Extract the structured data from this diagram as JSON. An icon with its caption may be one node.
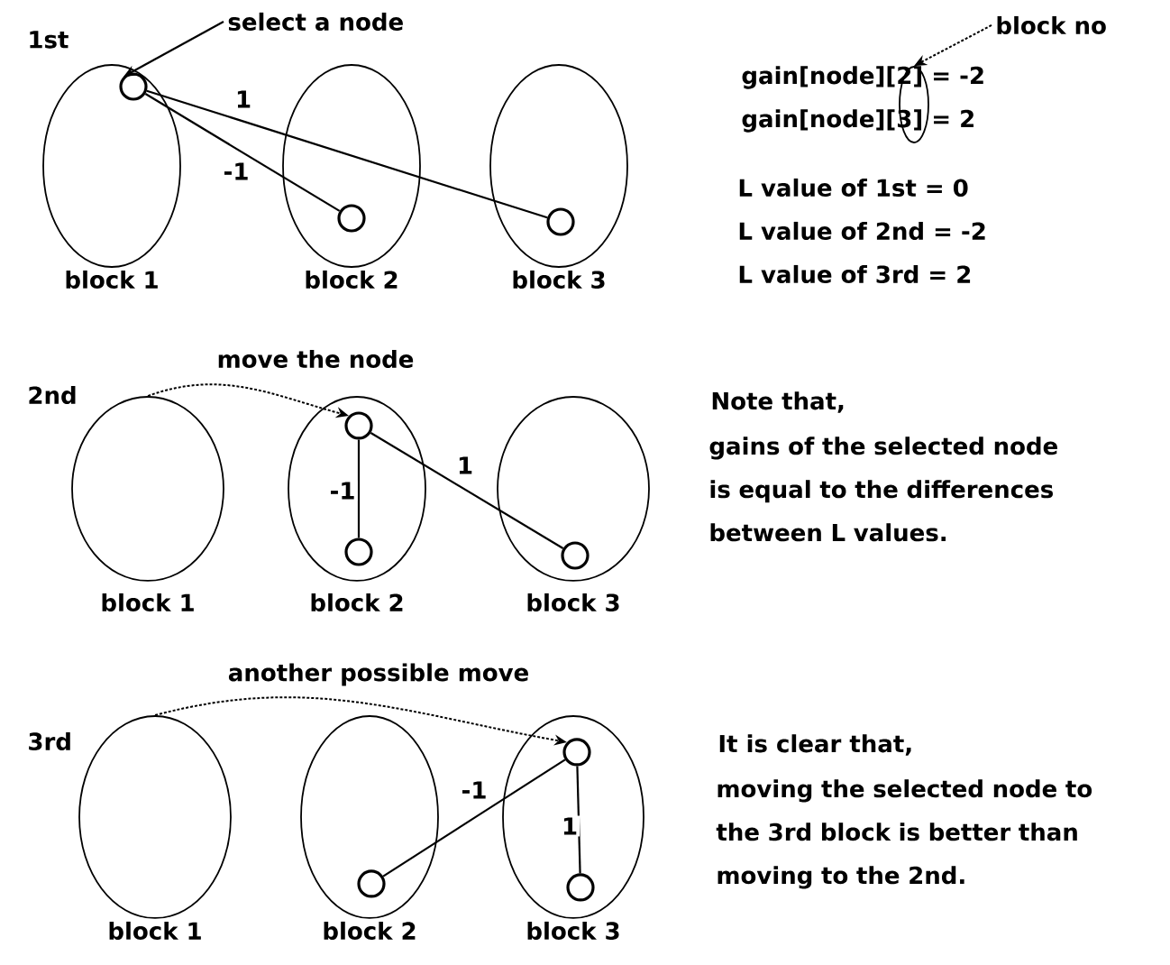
{
  "diagram": {
    "nodes": [
      {
        "text": [
          "select a node"
        ]
      },
      {
        "text": [
          "block 1"
        ]
      },
      {
        "text": [],
        "shape": "circle",
        "in": 1
      },
      {
        "text": [
          "block 2"
        ]
      },
      {
        "text": [],
        "shape": "circle",
        "in": 3
      },
      {
        "text": [
          "block 3"
        ]
      },
      {
        "text": [],
        "shape": "circle",
        "in": 5
      },
      {
        "text": [
          "block 1"
        ]
      },
      {
        "text": [
          "block 2"
        ]
      },
      {
        "text": [],
        "shape": "circle",
        "in": 8
      },
      {
        "text": [],
        "shape": "circle",
        "in": 8
      },
      {
        "text": [
          "block 3"
        ]
      },
      {
        "text": [],
        "shape": "circle",
        "in": 11
      },
      {
        "text": [
          "block 1"
        ]
      },
      {
        "text": [
          "block 2"
        ]
      },
      {
        "text": [],
        "shape": "circle",
        "in": 14
      },
      {
        "text": [
          "block 3"
        ]
      },
      {
        "text": [],
        "shape": "circle",
        "in": 16
      },
      {
        "text": [],
        "shape": "circle",
        "in": 16
      },
      {
        "text": [
          "block no"
        ]
      },
      {
        "text": [],
        "shape": "ellipse"
      }
    ],
    "edges": [
      {
        "from": 0,
        "to": 2,
        "arrow": "to"
      },
      {
        "from": 2,
        "to": 6,
        "arrow": "none",
        "label": "1"
      },
      {
        "from": 2,
        "to": 4,
        "arrow": "none",
        "label": "-1"
      },
      {
        "from": 7,
        "to": 9,
        "arrow": "to",
        "style": "dashed",
        "label": "move the node"
      },
      {
        "from": 9,
        "to": 10,
        "arrow": "none",
        "label": "-1"
      },
      {
        "from": 9,
        "to": 12,
        "arrow": "none",
        "label": "1"
      },
      {
        "from": 13,
        "to": 17,
        "arrow": "to",
        "style": "dashed",
        "label": "another possible move"
      },
      {
        "from": 15,
        "to": 17,
        "arrow": "none",
        "label": "-1"
      },
      {
        "from": 17,
        "to": 18,
        "arrow": "none",
        "label": "1"
      },
      {
        "from": 19,
        "to": 20,
        "arrow": "to",
        "style": "dashed"
      }
    ],
    "labels": [
      "1st",
      "gain[node][2] = -2",
      "gain[node][3] = 2",
      "L value of 1st = 0",
      "L value of 2nd = -2",
      "L value of 3rd = 2",
      "2nd",
      "Note that,",
      "gains of the selected node is equal to the differences between L values.",
      "3rd",
      "It is clear that,",
      "moving the selected node to the 3rd block is better than moving to the 2nd."
    ]
  }
}
